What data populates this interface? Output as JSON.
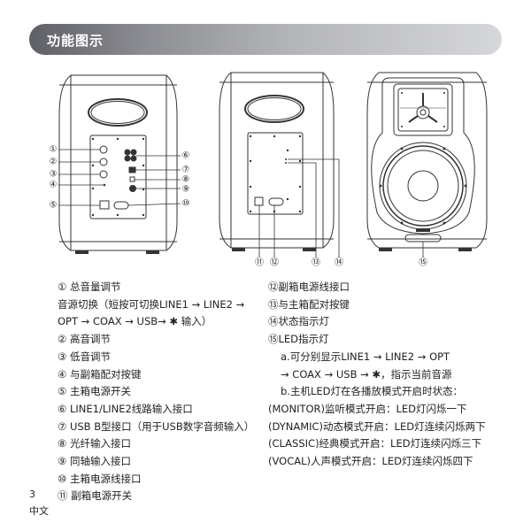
{
  "header": {
    "title": "功能图示"
  },
  "callouts": [
    "①",
    "②",
    "③",
    "④",
    "⑤",
    "⑥",
    "⑦",
    "⑧",
    "⑨",
    "⑩",
    "⑪",
    "⑫",
    "⑬",
    "⑭",
    "⑮"
  ],
  "left_list": [
    "① 总音量调节",
    "音源切换（短按可切换LINE1 → LINE2 →",
    "OPT → COAX → USB→ ✱ 输入）",
    "② 高音调节",
    "③ 低音调节",
    "④ 与副箱配对按键",
    "⑤ 主箱电源开关",
    "⑥ LINE1/LINE2线路输入接口",
    "⑦ USB B型接口（用于USB数字音频输入）",
    "⑧ 光纤输入接口",
    "⑨ 同轴输入接口",
    "⑩ 主箱电源线接口",
    "⑪ 副箱电源开关"
  ],
  "right_list": [
    "⑫副箱电源线接口",
    "⑬与主箱配对按键",
    "⑭状态指示灯",
    "⑮LED指示灯",
    "a.可分别显示LINE1 → LINE2 → OPT",
    " → COAX → USB → ✱，指示当前音源",
    "b.主机LED灯在各播放模式开启时状态：",
    "(MONITOR)监听模式开启：LED灯闪烁一下",
    "(DYNAMIC)动态模式开启：LED灯连续闪烁两下",
    "(CLASSIC)经典模式开启：LED灯连续闪烁三下",
    "(VOCAL)人声模式开启：LED灯连续闪烁四下"
  ],
  "footer": {
    "page_number": "3",
    "language": "中文"
  }
}
